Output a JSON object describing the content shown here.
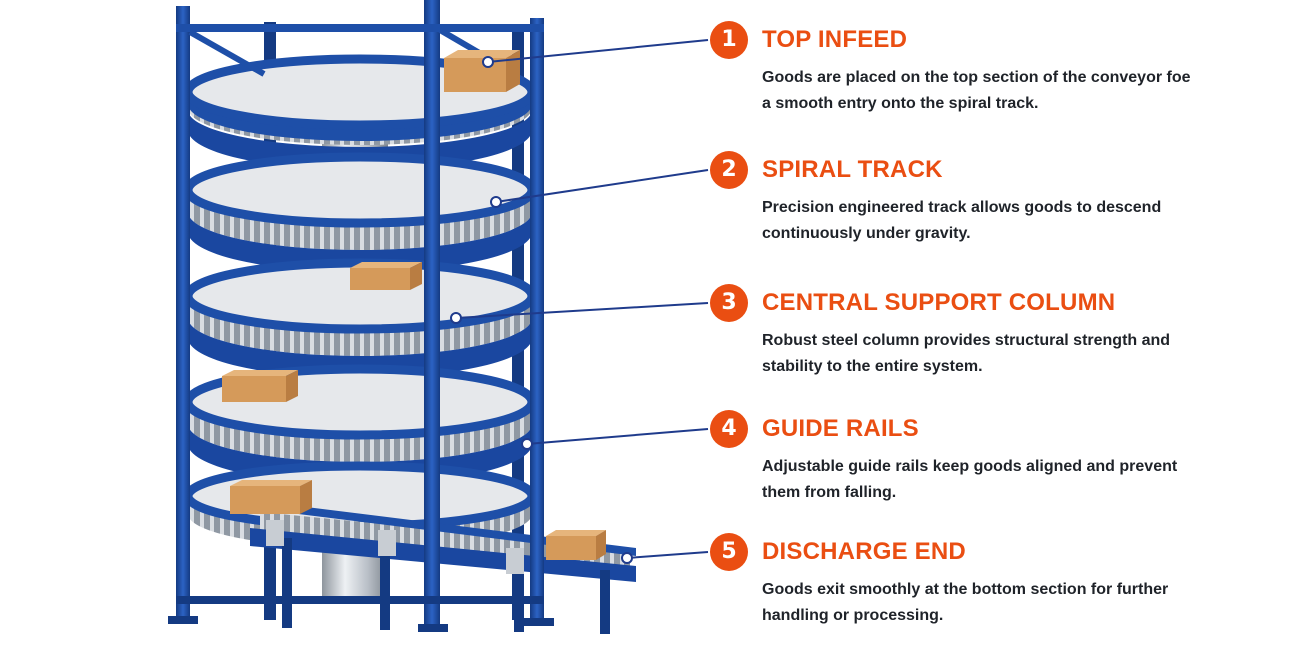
{
  "theme": {
    "accent": "#ea4e12",
    "frame_blue": "#1e4fa8",
    "frame_blue_dark": "#143a82",
    "leader_color": "#1f3b8c",
    "column_silver": "#c9ced4",
    "box_cardboard": "#d59a5a"
  },
  "callouts": [
    {
      "number": "1",
      "title": "TOP INFEED",
      "description": "Goods are placed on the top section of the conveyor foe a smooth entry onto the spiral track.",
      "icon": "number-badge"
    },
    {
      "number": "2",
      "title": "SPIRAL TRACK",
      "description": "Precision engineered track allows goods to descend continuously under gravity.",
      "icon": "number-badge"
    },
    {
      "number": "3",
      "title": "CENTRAL SUPPORT COLUMN",
      "description": "Robust steel column provides structural strength and stability to the entire system.",
      "icon": "number-badge"
    },
    {
      "number": "4",
      "title": "GUIDE RAILS",
      "description": "Adjustable guide rails keep goods aligned and prevent them from falling.",
      "icon": "number-badge"
    },
    {
      "number": "5",
      "title": "DISCHARGE END",
      "description": "Goods exit smoothly at the bottom section for further handling or processing.",
      "icon": "number-badge"
    }
  ]
}
